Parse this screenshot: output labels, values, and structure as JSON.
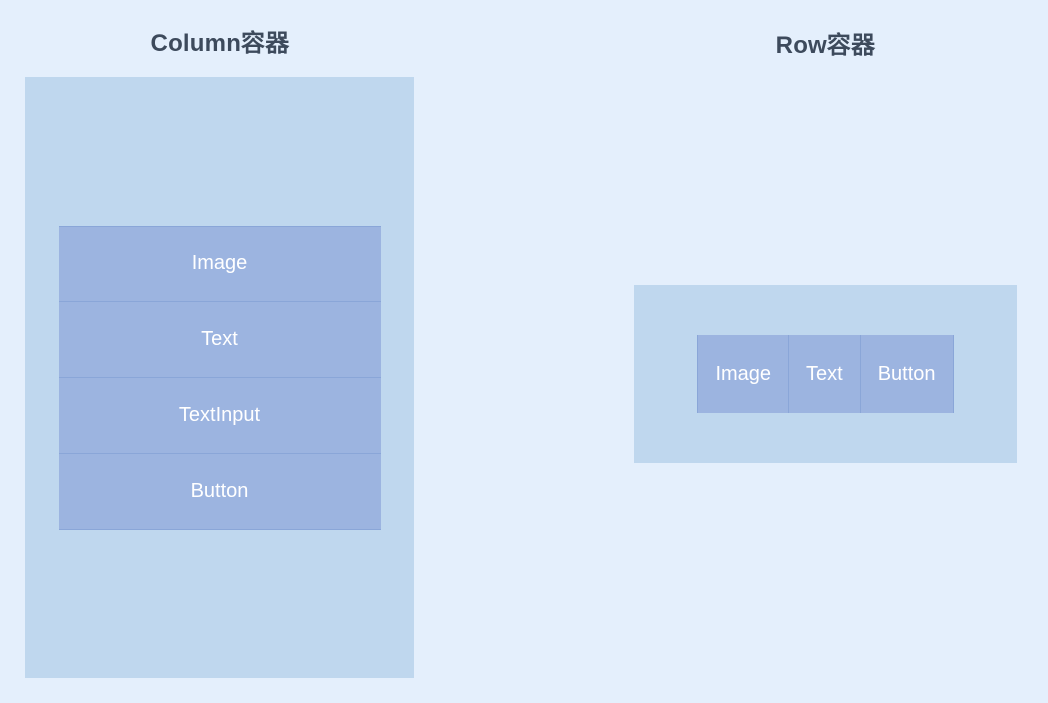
{
  "page": {
    "background_color": "#e4effc",
    "title_color": "#3d4a5c",
    "container_color": "#bfd7ee",
    "item_color": "#9cb4e0",
    "item_border_color": "#8aa6d8",
    "item_text_color": "#ffffff"
  },
  "panels": [
    {
      "id": "column",
      "title": "Column容器",
      "direction": "column",
      "items": [
        {
          "label": "Image"
        },
        {
          "label": "Text"
        },
        {
          "label": "TextInput"
        },
        {
          "label": "Button"
        }
      ]
    },
    {
      "id": "row",
      "title": "Row容器",
      "direction": "row",
      "items": [
        {
          "label": "Image"
        },
        {
          "label": "Text"
        },
        {
          "label": "Button"
        }
      ]
    }
  ]
}
